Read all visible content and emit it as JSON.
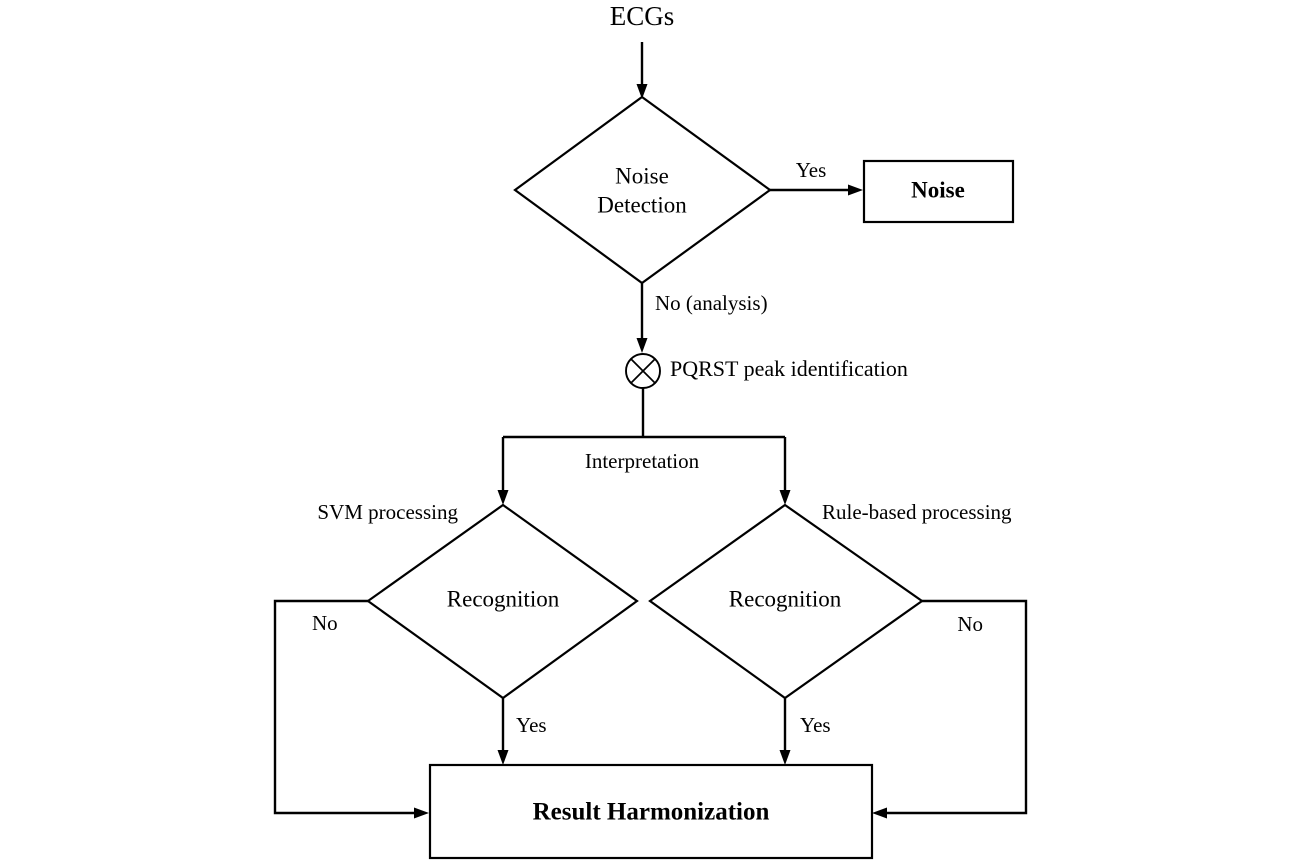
{
  "diagram": {
    "title": "ECGs",
    "nodes": {
      "start": {
        "label": "ECGs",
        "shape": "text"
      },
      "noise_detection": {
        "label_line1": "Noise",
        "label_line2": "Detection",
        "shape": "diamond"
      },
      "noise_result": {
        "label": "Noise",
        "shape": "rectangle"
      },
      "pqrst": {
        "label": "PQRST peak identification",
        "shape": "crossed-circle"
      },
      "svm_recognition": {
        "label": "Recognition",
        "shape": "diamond"
      },
      "rule_recognition": {
        "label": "Recognition",
        "shape": "diamond"
      },
      "result": {
        "label": "Result Harmonization",
        "shape": "rectangle"
      }
    },
    "edge_labels": {
      "noise_yes": "Yes",
      "noise_no": "No (analysis)",
      "interpretation": "Interpretation",
      "svm_branch": "SVM processing",
      "rule_branch": "Rule-based processing",
      "svm_no": "No",
      "svm_yes": "Yes",
      "rule_no": "No",
      "rule_yes": "Yes"
    },
    "colors": {
      "stroke": "#000000",
      "fill": "#ffffff",
      "text": "#000000",
      "background": "#ffffff"
    }
  }
}
